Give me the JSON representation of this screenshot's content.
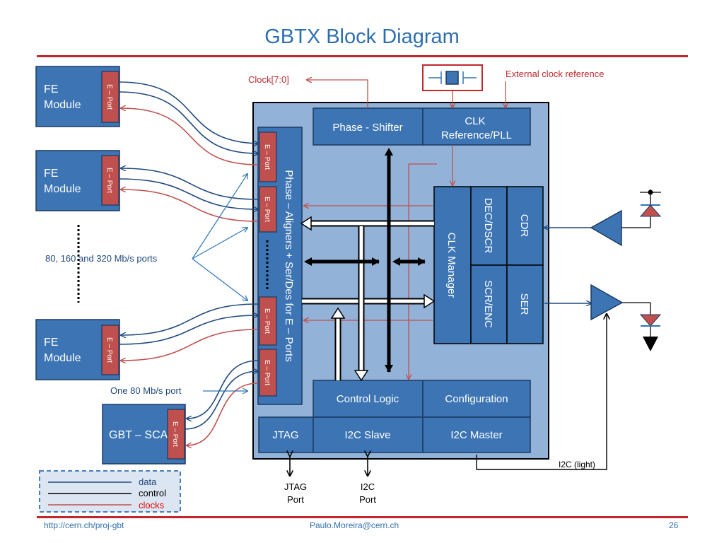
{
  "title": "GBTX Block Diagram",
  "colors": {
    "block": "#3c74b4",
    "block_border": "#1c3a60",
    "chip_bg": "#93b2d8",
    "eport": "#c0504d",
    "clock": "#c0504d",
    "data": "#1f497d",
    "control": "#000000",
    "rule": "#c0282d",
    "title": "#2e6fb0"
  },
  "blocks": {
    "fe_module_1": "FE\nModule",
    "fe_module_2": "FE\nModule",
    "fe_module_3": "FE\nModule",
    "gbt_sca": "GBT – SCA",
    "eport": "E – Port",
    "phase_aligners": "Phase – Aligners + Ser/Des for E – Ports",
    "phase_shifter": "Phase - Shifter",
    "clk_ref_pll": "CLK\nReference/PLL",
    "clk_manager": "CLK Manager",
    "dec_dscr": "DEC/DSCR",
    "cdr": "CDR",
    "scr_enc": "SCR/ENC",
    "ser": "SER",
    "control_logic": "Control Logic",
    "configuration": "Configuration",
    "jtag": "JTAG",
    "i2c_slave": "I2C Slave",
    "i2c_master": "I2C Master"
  },
  "labels": {
    "clock_bus": "Clock[7:0]",
    "external_clock": "External clock reference",
    "ports_speed": "80, 160 and 320 Mb/s ports",
    "one_port": "One 80 Mb/s port",
    "i2c_light": "I2C (light)",
    "jtag_port": "JTAG\nPort",
    "i2c_port": "I2C\nPort"
  },
  "legend": {
    "data": "data",
    "control": "control",
    "clocks": "clocks"
  },
  "footer": {
    "url": "http://cern.ch/proj-gbt",
    "email": "Paulo.Moreira@cern.ch",
    "page": "26"
  }
}
